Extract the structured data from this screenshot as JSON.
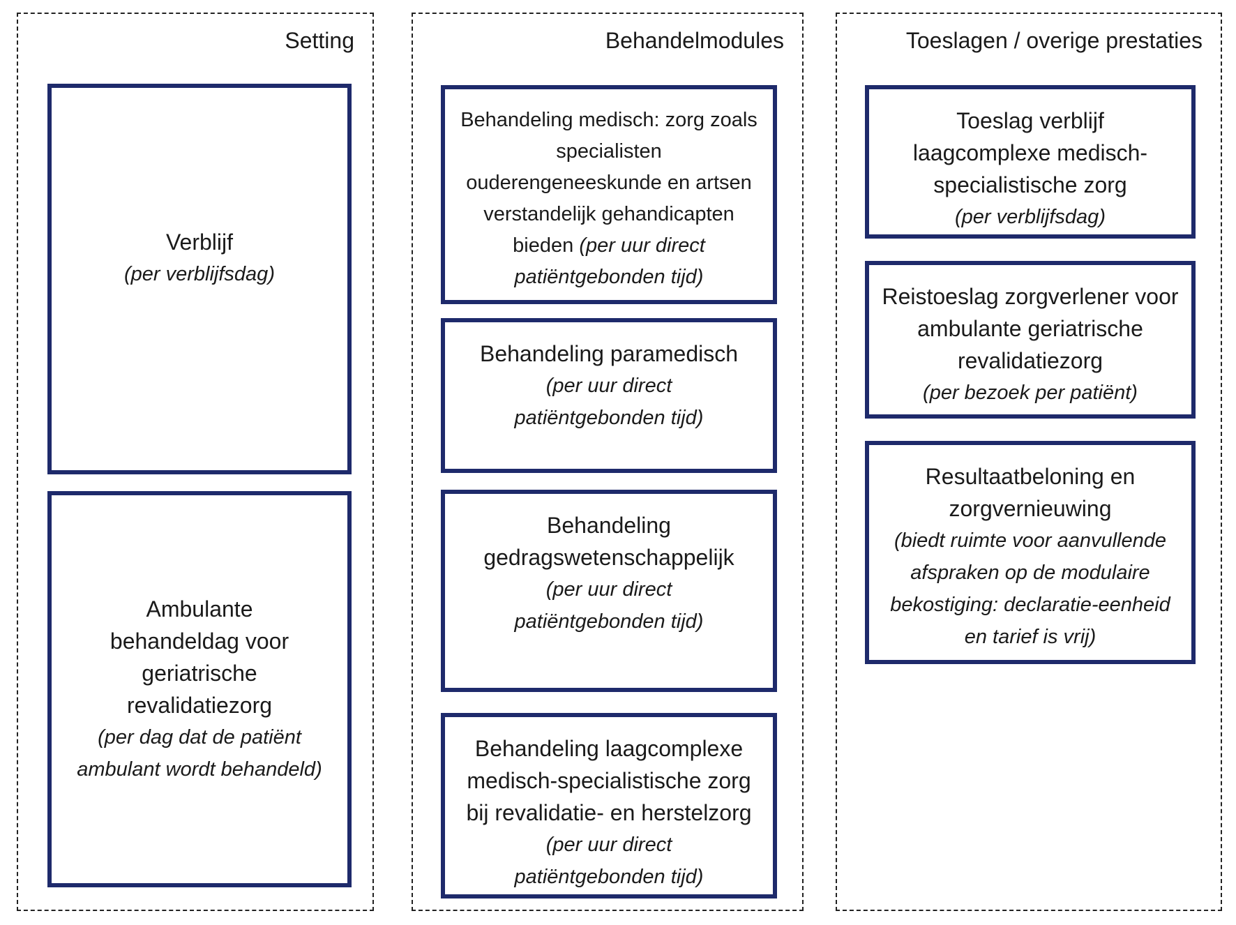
{
  "columns": {
    "setting": {
      "header": "Setting",
      "boxes": [
        {
          "title": "Verblijf",
          "subtitle": "(per verblijfsdag)"
        },
        {
          "title": "Ambulante behandeldag voor geriatrische revalidatiezorg",
          "subtitle": "(per dag dat de patiënt ambulant wordt behandeld)"
        }
      ]
    },
    "behandelmodules": {
      "header": "Behandelmodules",
      "boxes": [
        {
          "title": "Behandeling medisch: zorg zoals specialisten ouderengeneeskunde en artsen verstandelijk gehandicapten bieden",
          "subtitle": "(per uur direct patiëntgebonden tijd)"
        },
        {
          "title": "Behandeling paramedisch",
          "subtitle": "(per uur direct patiëntgebonden tijd)"
        },
        {
          "title": "Behandeling gedragswetenschappelijk",
          "subtitle": "(per uur direct patiëntgebonden tijd)"
        },
        {
          "title": "Behandeling laagcomplexe medisch-specialistische zorg bij revalidatie- en herstelzorg",
          "subtitle": "(per uur direct patiëntgebonden tijd)"
        }
      ]
    },
    "toeslagen": {
      "header": "Toeslagen / overige prestaties",
      "boxes": [
        {
          "title": "Toeslag verblijf laagcomplexe medisch-specialistische zorg",
          "subtitle": "(per verblijfsdag)"
        },
        {
          "title": "Reistoeslag zorgverlener voor ambulante geriatrische revalidatiezorg",
          "subtitle": "(per bezoek per patiënt)"
        },
        {
          "title": "Resultaatbeloning en zorgvernieuwing",
          "subtitle": "(biedt ruimte voor aanvullende afspraken op de modulaire bekostiging: declaratie-eenheid en tarief is vrij)"
        }
      ]
    }
  },
  "colors": {
    "box_border": "#1e2a6b",
    "dashed_border": "#222222",
    "text": "#1a1a1a"
  }
}
